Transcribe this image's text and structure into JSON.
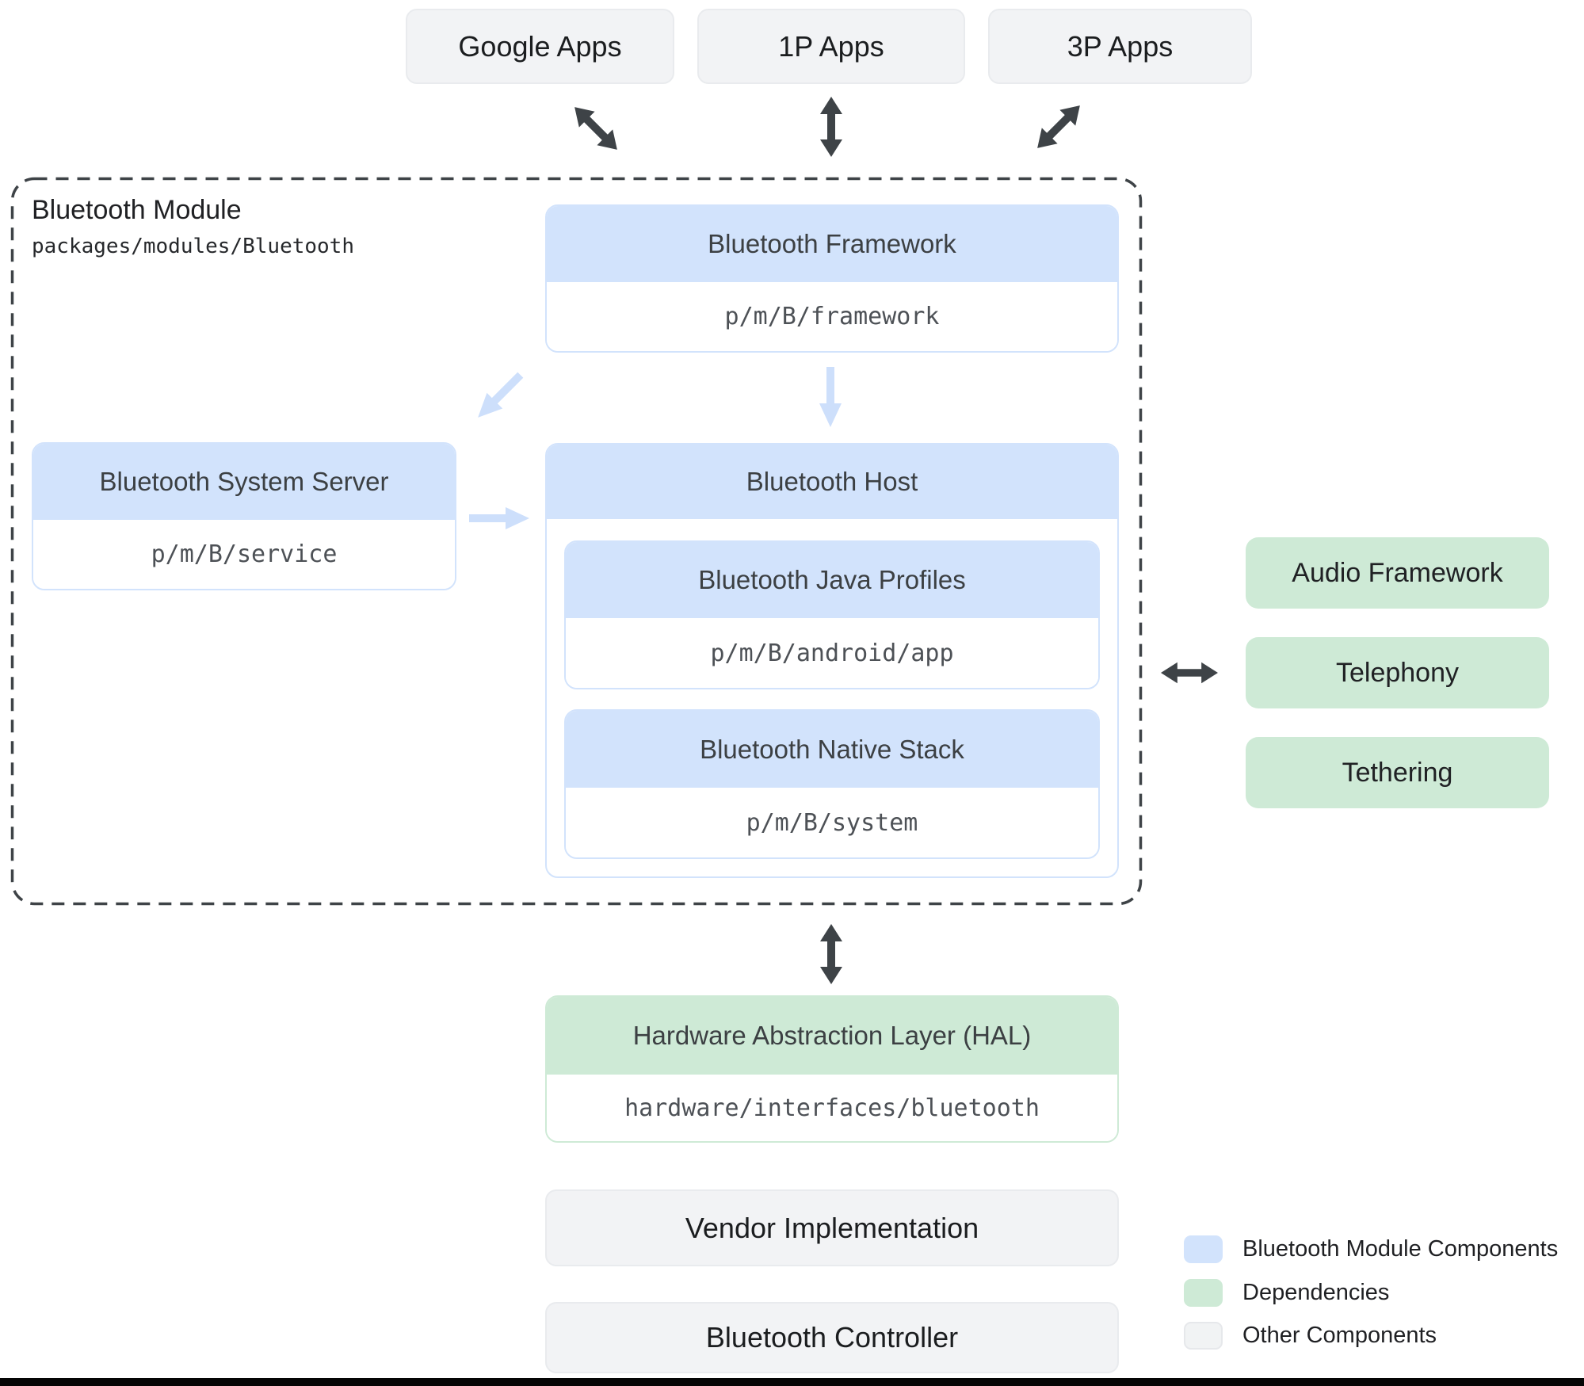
{
  "top_apps": [
    {
      "label": "Google Apps"
    },
    {
      "label": "1P Apps"
    },
    {
      "label": "3P Apps"
    }
  ],
  "module": {
    "title": "Bluetooth Module",
    "path": "packages/modules/Bluetooth",
    "framework": {
      "title": "Bluetooth Framework",
      "path": "p/m/B/framework"
    },
    "system_server": {
      "title": "Bluetooth System Server",
      "path": "p/m/B/service"
    },
    "host": {
      "title": "Bluetooth Host",
      "java_profiles": {
        "title": "Bluetooth Java Profiles",
        "path": "p/m/B/android/app"
      },
      "native_stack": {
        "title": "Bluetooth Native Stack",
        "path": "p/m/B/system"
      }
    }
  },
  "dependencies": [
    {
      "label": "Audio Framework"
    },
    {
      "label": "Telephony"
    },
    {
      "label": "Tethering"
    }
  ],
  "hal": {
    "title": "Hardware Abstraction Layer (HAL)",
    "path": "hardware/interfaces/bluetooth"
  },
  "other_components": [
    {
      "label": "Vendor Implementation"
    },
    {
      "label": "Bluetooth Controller"
    }
  ],
  "legend": [
    {
      "label": "Bluetooth Module Components",
      "color": "#d2e3fc"
    },
    {
      "label": "Dependencies",
      "color": "#ceead6"
    },
    {
      "label": "Other Components",
      "color": "#f1f3f4"
    }
  ],
  "colors": {
    "module_component": "#d2e3fc",
    "dependency": "#ceead6",
    "other_component": "#f1f3f4",
    "arrow_dark": "#3e4347",
    "arrow_light": "#cddffb",
    "dashed_border": "#3e4347"
  }
}
